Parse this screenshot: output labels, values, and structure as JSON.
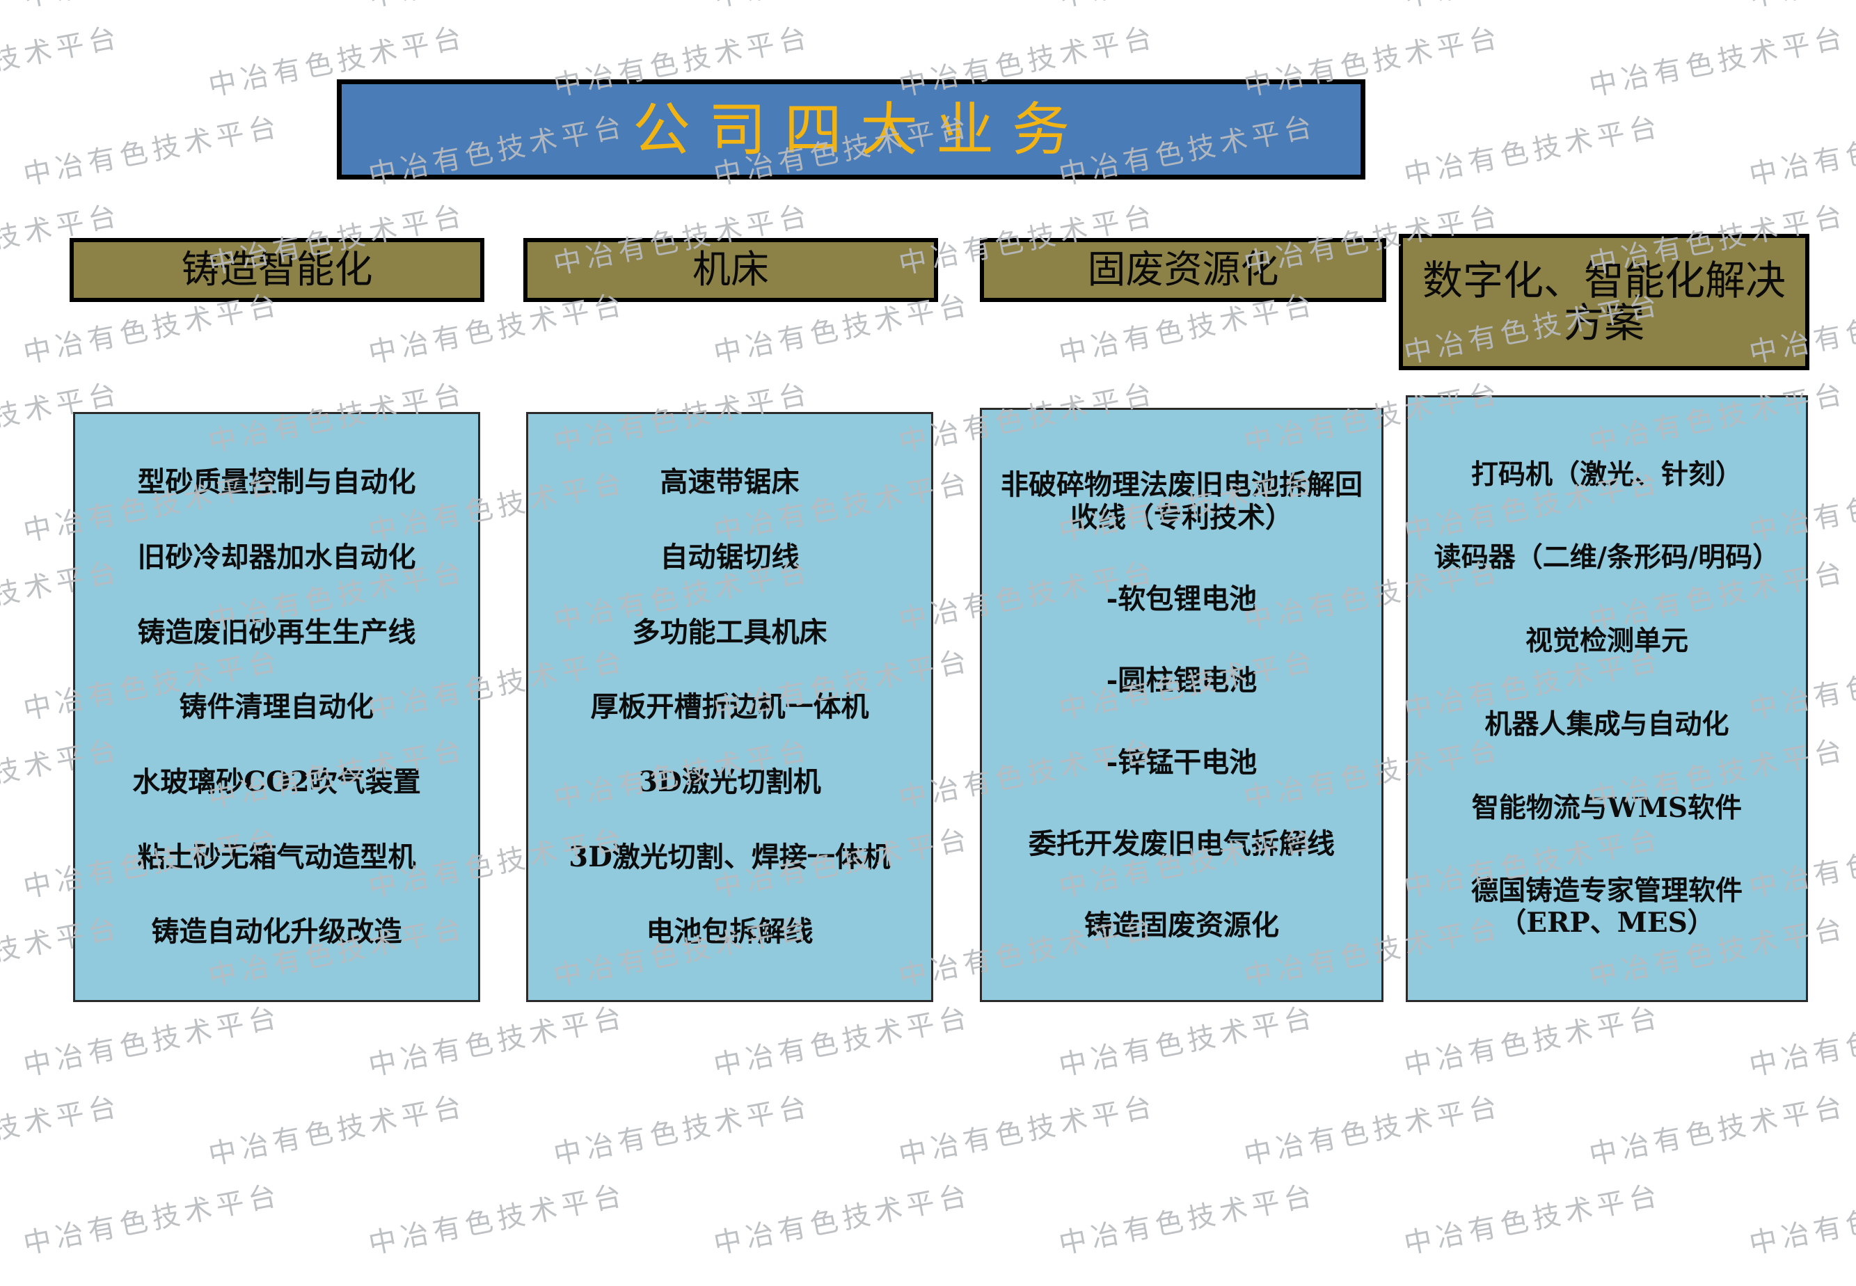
{
  "watermark": {
    "text": "中冶有色技术平台",
    "color": "#b9bcc0"
  },
  "slide": {
    "title": "公司四大业务",
    "title_colors": {
      "background": "#4a7cb8",
      "text": "#f2b413",
      "border": "#000000"
    },
    "header_colors": {
      "background": "#8c8247",
      "text": "#0a0a0a",
      "border": "#000000"
    },
    "panel_colors": {
      "background": "#91c9dd",
      "text": "#0c0c0c",
      "border": "#2b2b2b"
    },
    "columns": [
      {
        "header": "铸造智能化",
        "items": [
          "型砂质量控制与自动化",
          "旧砂冷却器加水自动化",
          "铸造废旧砂再生生产线",
          "铸件清理自动化",
          "水玻璃砂CO2吹气装置",
          "粘土砂无箱气动造型机",
          "铸造自动化升级改造"
        ]
      },
      {
        "header": "机床",
        "items": [
          "高速带锯床",
          "自动锯切线",
          "多功能工具机床",
          "厚板开槽折边机一体机",
          "3D激光切割机",
          "3D激光切割、焊接一体机",
          "电池包拆解线"
        ]
      },
      {
        "header": "固废资源化",
        "items": [
          "非破碎物理法废旧电池拆解回收线（专利技术）",
          "-软包锂电池",
          "-圆柱锂电池",
          "-锌锰干电池",
          "委托开发废旧电气拆解线",
          "铸造固废资源化"
        ]
      },
      {
        "header": "数字化、智能化解决方案",
        "items": [
          "打码机（激光、针刻）",
          "读码器（二维/条形码/明码）",
          "视觉检测单元",
          "机器人集成与自动化",
          "智能物流与WMS软件",
          "德国铸造专家管理软件（ERP、MES）"
        ]
      }
    ]
  }
}
